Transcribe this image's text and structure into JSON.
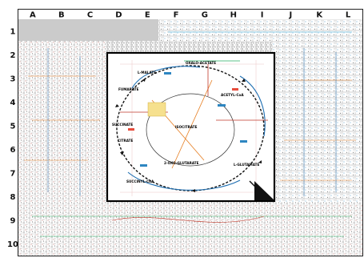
{
  "chart": {
    "columns": [
      "A",
      "B",
      "C",
      "D",
      "E",
      "F",
      "G",
      "H",
      "I",
      "J",
      "K",
      "L"
    ],
    "rows": [
      "1",
      "2",
      "3",
      "4",
      "5",
      "6",
      "7",
      "8",
      "9",
      "10"
    ],
    "cycle_labels": {
      "malate": "L-MALATE",
      "fumarate": "FUMARATE",
      "succinate": "SUCCINATE",
      "citrate": "CITRATE",
      "isocitrate": "ISOCITRATE",
      "oxoglutarate": "2-OXO-GLUTARATE",
      "succinyl_coa": "SUCCINYL-CoA",
      "oxaloacetate": "OXALO-ACETATE",
      "acetyl_coa": "ACETYL-CoA",
      "glutamate": "L-GLUTAMATE"
    }
  }
}
